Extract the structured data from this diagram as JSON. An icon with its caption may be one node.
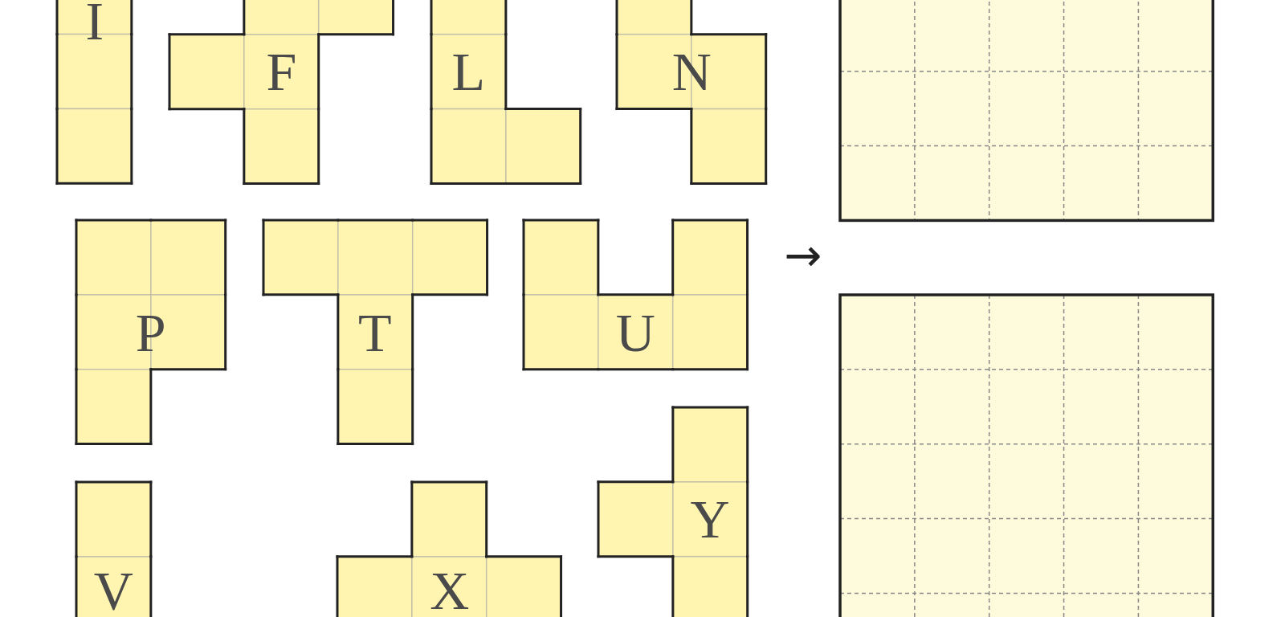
{
  "diagram": {
    "nodes": [
      {
        "text": [
          "I"
        ]
      },
      {
        "text": [
          "F"
        ]
      },
      {
        "text": [
          "L"
        ]
      },
      {
        "text": [
          "N"
        ]
      },
      {
        "text": [
          "P"
        ]
      },
      {
        "text": [
          "T"
        ]
      },
      {
        "text": [
          "U"
        ]
      },
      {
        "text": [
          "V"
        ]
      },
      {
        "text": [
          "X"
        ]
      },
      {
        "text": [
          "Y"
        ]
      },
      {
        "text": [],
        "shape": "box"
      },
      {
        "text": [],
        "shape": "box"
      }
    ],
    "edges": [],
    "labels": [
      "→"
    ]
  }
}
